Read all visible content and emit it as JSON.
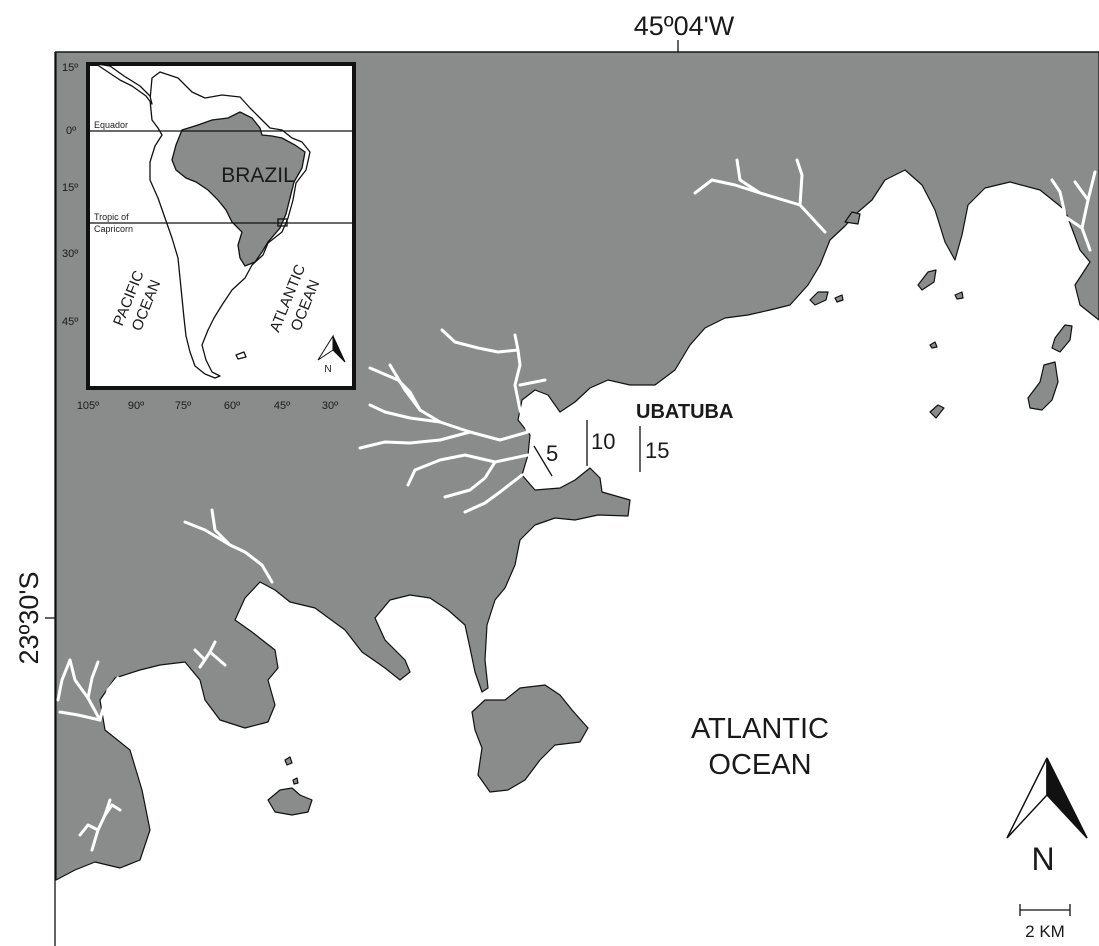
{
  "coordinates": {
    "longitude_label": "45º04'W",
    "latitude_label": "23º30'S"
  },
  "labels": {
    "city": "UBATUBA",
    "ocean": [
      "ATLANTIC",
      "OCEAN"
    ]
  },
  "sampling_points": [
    "5",
    "10",
    "15"
  ],
  "north_arrow": "N",
  "scale_bar": "2 KM",
  "inset": {
    "country": "BRAZIL",
    "equator": "Equador",
    "tropic": [
      "Tropic of",
      "Capricorn"
    ],
    "pacific": [
      "PACIFIC",
      "OCEAN"
    ],
    "atlantic": [
      "ATLANTIC",
      "OCEAN"
    ],
    "north": "N",
    "lat_ticks": [
      "15º",
      "0º",
      "15º",
      "30º",
      "45º"
    ],
    "lon_ticks": [
      "105º",
      "90º",
      "75º",
      "60º",
      "45º",
      "30º"
    ]
  },
  "colors": {
    "land": "#8a8b8b",
    "water": "#ffffff",
    "rivers": "#ffffff",
    "outline": "#111111"
  }
}
